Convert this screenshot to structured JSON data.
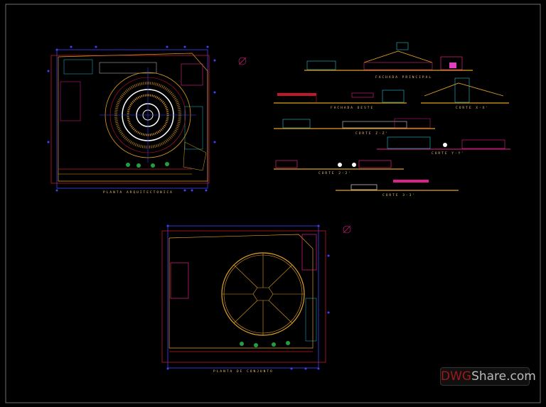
{
  "labels": {
    "plan_architectural": "PLANTA ARQUITECTONICA",
    "plan_site": "PLANTA DE CONJUNTO",
    "facade_main": "FACHADA PRINCIPAL",
    "facade_west": "FACHADA OESTE",
    "section_xx": "CORTE X-X'",
    "section_zz": "CORTE Z-Z'",
    "section_yy": "CORTE Y-Y'",
    "section_22": "CORTE 2-2'",
    "section_33": "CORTE 3-3'"
  },
  "watermark": {
    "part1": "DWG",
    "part2": "Share.com"
  },
  "colors": {
    "background": "#000000",
    "frame": "#8a8a8a",
    "yellow": "#e0a020",
    "red": "#c01828",
    "blue": "#4040ff",
    "magenta": "#e0208a",
    "cyan": "#20c0d0",
    "white": "#ffffff"
  }
}
